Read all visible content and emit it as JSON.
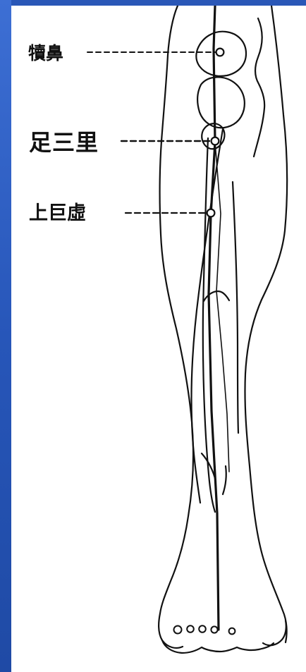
{
  "labels": [
    {
      "text": "犢鼻"
    },
    {
      "text": "足三里"
    },
    {
      "text": "上巨虛"
    }
  ],
  "colors": {
    "background": "#1f4fb0",
    "panel": "#ffffff",
    "ink": "#111111"
  }
}
